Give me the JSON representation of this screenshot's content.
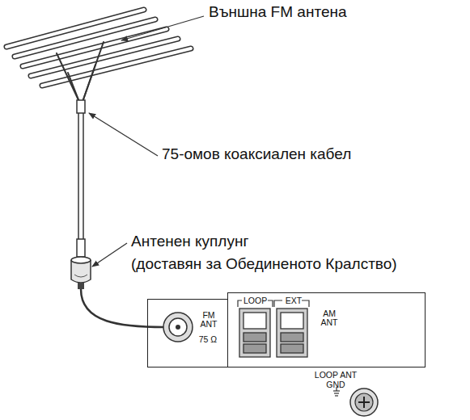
{
  "diagram": {
    "nodes": [
      {
        "text": [
          "FM ANT",
          "75 Ω"
        ]
      },
      {
        "text": [
          "LOOP",
          "EXT",
          "AM ANT"
        ]
      }
    ],
    "labels": [
      "Външна FM антена",
      "75-омов коаксиален кабел",
      "Антенен куплунг",
      "(доставян за Обединеното Кралство)",
      "LOOP ANT GND"
    ]
  }
}
